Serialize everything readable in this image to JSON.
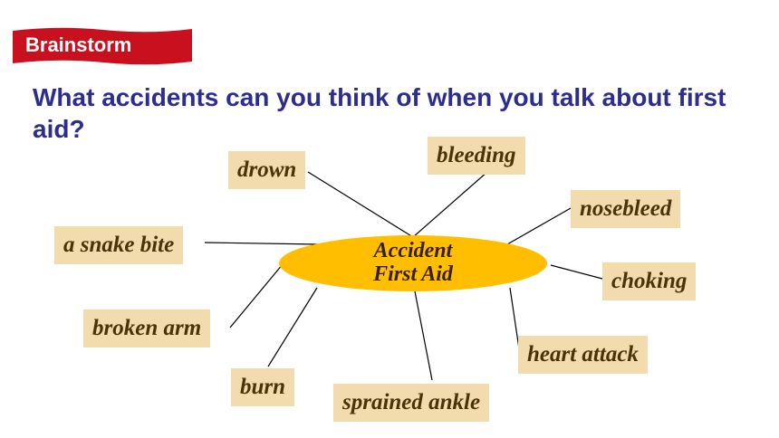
{
  "banner": {
    "label": "Brainstorm",
    "color": "#c8101e"
  },
  "question": "What accidents can you think of when you talk about first aid?",
  "center": {
    "line1": "Accident",
    "line2": "First Aid",
    "color": "#ffbf00"
  },
  "nodes": {
    "drown": "drown",
    "bleeding": "bleeding",
    "nosebleed": "nosebleed",
    "snake_bite": "a snake bite",
    "choking": "choking",
    "broken_arm": "broken arm",
    "heart_attack": "heart attack",
    "burn": "burn",
    "sprained_ankle": "sprained ankle"
  },
  "colors": {
    "box_fill": "#f2dcae",
    "text": "#4a3308",
    "question": "#2d2d90"
  }
}
